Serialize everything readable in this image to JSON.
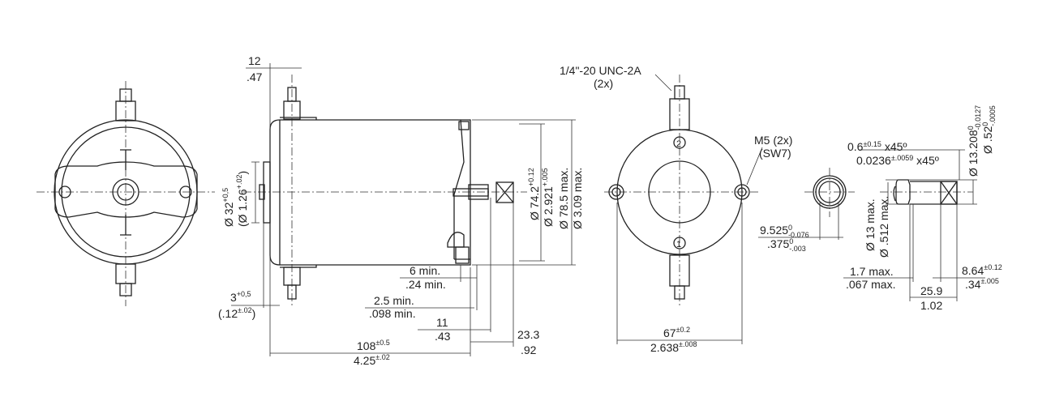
{
  "drawing": {
    "colors": {
      "line": "#222222",
      "background": "#ffffff"
    },
    "side_view": {
      "d12": {
        "mm": "12",
        "in": ".47"
      },
      "d32": {
        "mm": "Ø 32",
        "mm_tol": "+0,5",
        "in": "(Ø 1.26",
        "in_tol": "+.02",
        "in_end": ")"
      },
      "d3": {
        "mm": "3",
        "mm_tol": "+0,5",
        "in": "(.12",
        "in_tol": "±.02",
        "in_end": ")"
      },
      "d742": {
        "mm": "Ø 74.2",
        "mm_tol": "+0.12",
        "in": "Ø 2.921",
        "in_tol": "+.005"
      },
      "d785": {
        "mm": "Ø 78.5 max.",
        "in": "Ø 3.09 max."
      },
      "d6": {
        "mm": "6 min.",
        "in": ".24 min."
      },
      "d25": {
        "mm": "2.5 min.",
        "in": ".098 min."
      },
      "d11": {
        "mm": "11",
        "in": ".43"
      },
      "d233": {
        "mm": "23.3",
        "in": ".92"
      },
      "d108": {
        "mm": "108",
        "mm_tol": "±0.5",
        "in": "4.25",
        "in_tol": "±.02"
      }
    },
    "front_view": {
      "thread": {
        "spec": "1/4\"-20 UNC-2A",
        "count": "(2x)"
      },
      "m5": {
        "spec": "M5 (2x)",
        "wrench": "(SW7)"
      },
      "marker_top": "2",
      "marker_bottom": "1",
      "d67": {
        "mm": "67",
        "mm_tol": "±0.2",
        "in": "2.638",
        "in_tol": "±.008"
      }
    },
    "shaft_view": {
      "d9525": {
        "mm": "9.525",
        "mm_up": "0",
        "mm_dn": "-0.076",
        "in": ".375",
        "in_up": "0",
        "in_dn": "-.003"
      },
      "chamfer": {
        "mm": "0.6",
        "mm_tol": "±0.15",
        "mm_ang": " x45º",
        "in": "0.0236",
        "in_tol": "±.0059",
        "in_ang": " x45º"
      },
      "d13208": {
        "mm": "Ø 13.208",
        "mm_up": "0",
        "mm_dn": "-0.0127",
        "in": "Ø .52",
        "in_up": "0",
        "in_dn": "-.0005"
      },
      "d13": {
        "mm": "Ø 13 max.",
        "in": "Ø .512 max."
      },
      "d17": {
        "mm": "1.7 max.",
        "in": ".067 max."
      },
      "d864": {
        "mm": "8.64",
        "mm_tol": "±0.12",
        "in": ".34",
        "in_tol": "±.005"
      },
      "d259": {
        "mm": "25.9",
        "in": "1.02"
      }
    }
  }
}
